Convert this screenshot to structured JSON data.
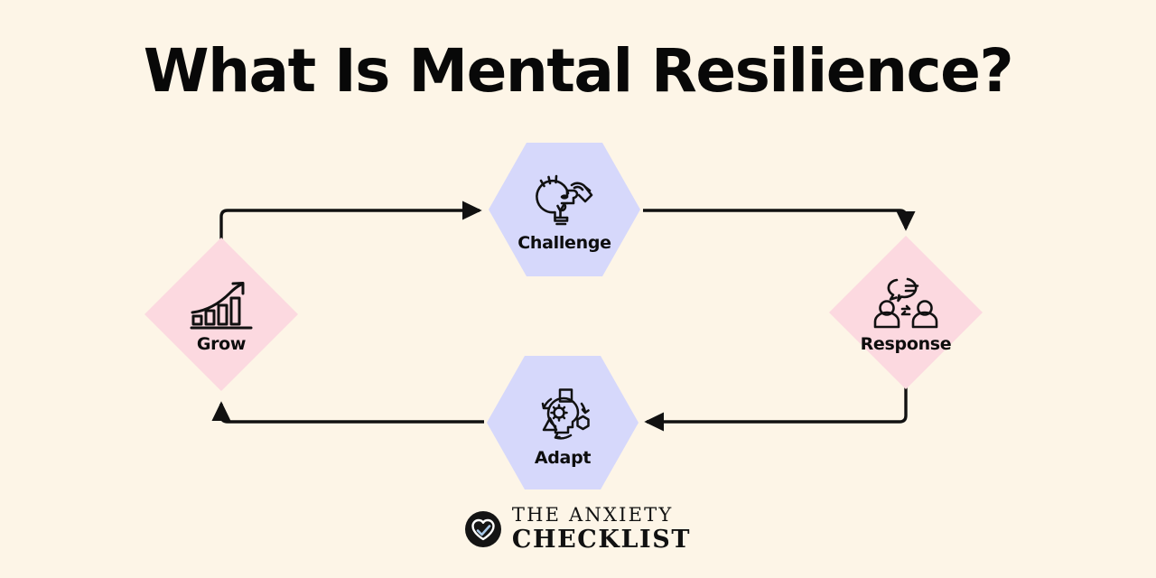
{
  "page": {
    "title": "What Is Mental Resilience?",
    "background_color": "#FDF5E7",
    "text_color": "#080808"
  },
  "diagram": {
    "type": "cycle-flow",
    "accent_colors": {
      "hexagon_fill": "#D6D8FB",
      "diamond_fill": "#FCD9E0",
      "arrow_color": "#111111",
      "icon_color": "#111111"
    },
    "nodes": [
      {
        "id": "challenge",
        "label": "Challenge",
        "shape": "hexagon",
        "fill": "#D6D8FB",
        "icon": "lightbulb-puzzle-icon",
        "position": "top-center"
      },
      {
        "id": "response",
        "label": "Response",
        "shape": "diamond",
        "fill": "#FCD9E0",
        "icon": "people-speech-exchange-icon",
        "position": "right"
      },
      {
        "id": "adapt",
        "label": "Adapt",
        "shape": "hexagon",
        "fill": "#D6D8FB",
        "icon": "head-gear-shapes-icon",
        "position": "bottom-center"
      },
      {
        "id": "grow",
        "label": "Grow",
        "shape": "diamond",
        "fill": "#FCD9E0",
        "icon": "growth-bar-chart-arrow-icon",
        "position": "left"
      }
    ],
    "connections": [
      {
        "from": "grow",
        "to": "challenge",
        "direction": "up-right"
      },
      {
        "from": "challenge",
        "to": "response",
        "direction": "right-down"
      },
      {
        "from": "response",
        "to": "adapt",
        "direction": "down-left"
      },
      {
        "from": "adapt",
        "to": "grow",
        "direction": "left-up"
      }
    ]
  },
  "footer": {
    "brand_line1": "THE ANXIETY",
    "brand_line2": "CHECKLIST",
    "logo_icon": "heart-check-badge-icon",
    "logo_badge_color": "#141414",
    "logo_check_color": "#A8C8E8"
  }
}
